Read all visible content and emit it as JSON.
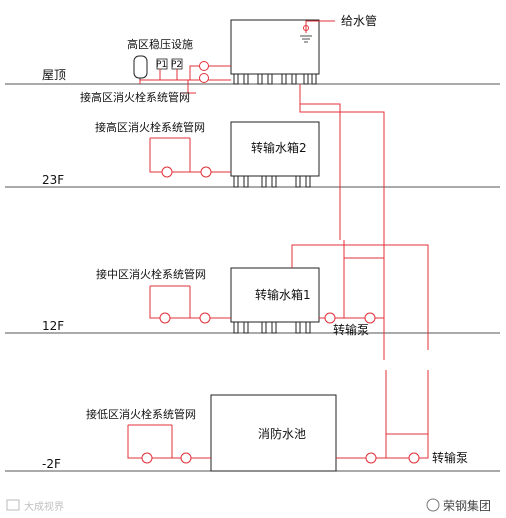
{
  "floors": {
    "roof": "屋顶",
    "f23": "23F",
    "f12": "12F",
    "b2": "-2F"
  },
  "labels": {
    "supply_pipe": "给水管",
    "high_zone_device": "高区稳压设施",
    "p1": "P1",
    "p2": "P2",
    "high_zone_net_roof": "接高区消火栓系统管网",
    "high_zone_net_23f": "接高区消火栓系统管网",
    "mid_zone_net": "接中区消火栓系统管网",
    "low_zone_net": "接低区消火栓系统管网",
    "transfer_tank_2": "转输水箱2",
    "transfer_tank_1": "转输水箱1",
    "fire_pool": "消防水池",
    "transfer_pump_12f": "转输泵",
    "transfer_pump_b2": "转输泵"
  },
  "watermarks": {
    "left": "大成视界",
    "right": "荣钢集团"
  },
  "colors": {
    "pipe": "#e0303a",
    "line": "#222222",
    "floor_line": "#555555"
  }
}
